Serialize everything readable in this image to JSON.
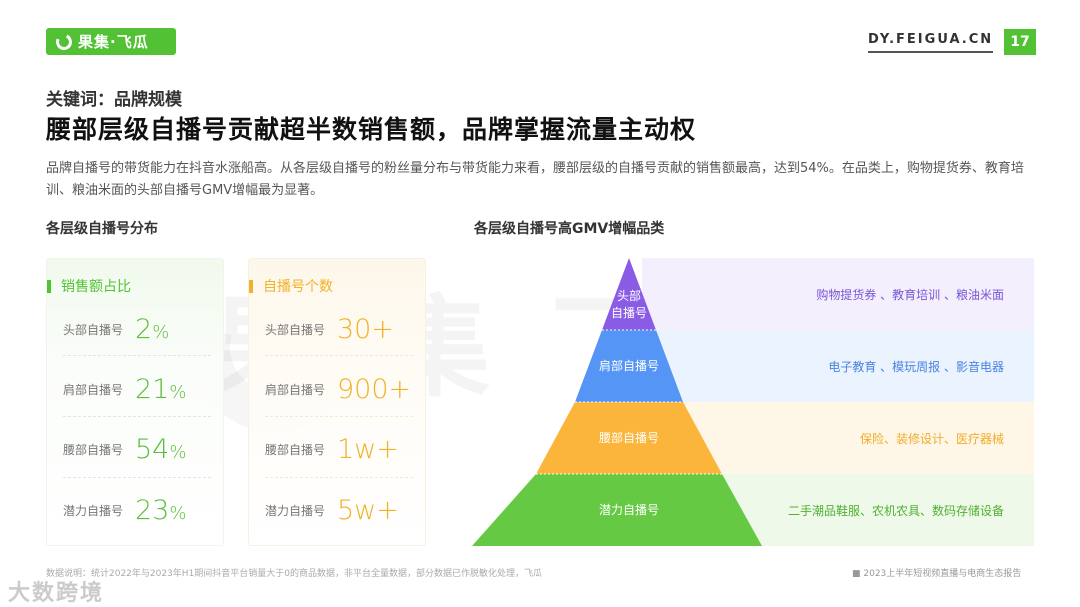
{
  "header": {
    "logo_text": "果集·飞瓜",
    "site": "DY.FEIGUA.CN",
    "page_number": "17"
  },
  "keyword": "关键词：品牌规模",
  "title": "腰部层级自播号贡献超半数销售额，品牌掌握流量主动权",
  "description": "品牌自播号的带货能力在抖音水涨船高。从各层级自播号的粉丝量分布与带货能力来看，腰部层级的自播号贡献的销售额最高，达到54%。在品类上，购物提货券、教育培训、粮油米面的头部自播号GMV增幅最为显著。",
  "left_section": {
    "title": "各层级自播号分布",
    "sales_card": {
      "heading": "销售额占比",
      "color": "#52c234",
      "rows": [
        {
          "label": "头部自播号",
          "value": "2",
          "unit": "%"
        },
        {
          "label": "肩部自播号",
          "value": "21",
          "unit": "%"
        },
        {
          "label": "腰部自播号",
          "value": "54",
          "unit": "%"
        },
        {
          "label": "潜力自播号",
          "value": "23",
          "unit": "%"
        }
      ]
    },
    "count_card": {
      "heading": "自播号个数",
      "color": "#f0b22a",
      "rows": [
        {
          "label": "头部自播号",
          "value": "30+"
        },
        {
          "label": "肩部自播号",
          "value": "900+"
        },
        {
          "label": "腰部自播号",
          "value": "1w+"
        },
        {
          "label": "潜力自播号",
          "value": "5w+"
        }
      ]
    }
  },
  "right_section": {
    "title": "各层级自播号高GMV增幅品类",
    "tiers": [
      {
        "label_line1": "头部",
        "label_line2": "自播号",
        "categories": "购物提货券 、教育培训 、粮油米面",
        "color": "#8a5ce6",
        "band_bg": "#f3effd",
        "text_color": "#7a55d6"
      },
      {
        "label_line1": "肩部自播号",
        "label_line2": "",
        "categories": "电子教育 、模玩周报 、影音电器",
        "color": "#5595f5",
        "band_bg": "#ebf3fe",
        "text_color": "#4a83e0"
      },
      {
        "label_line1": "腰部自播号",
        "label_line2": "",
        "categories": "保险、装修设计、医疗器械",
        "color": "#fbb53a",
        "band_bg": "#fef6e7",
        "text_color": "#f0ac2a"
      },
      {
        "label_line1": "潜力自播号",
        "label_line2": "",
        "categories": "二手潮品鞋服、农机农具、数码存储设备",
        "color": "#66c944",
        "band_bg": "#eef9e9",
        "text_color": "#52b032"
      }
    ]
  },
  "footer": {
    "note": "数据说明：统计2022年与2023年H1期间抖音平台销量大于0的商品数据，非平台全量数据，部分数据已作脱敏化处理，飞瓜",
    "report": "■ 2023上半年短视频直播与电商生态报告",
    "watermark": "大数跨境"
  }
}
